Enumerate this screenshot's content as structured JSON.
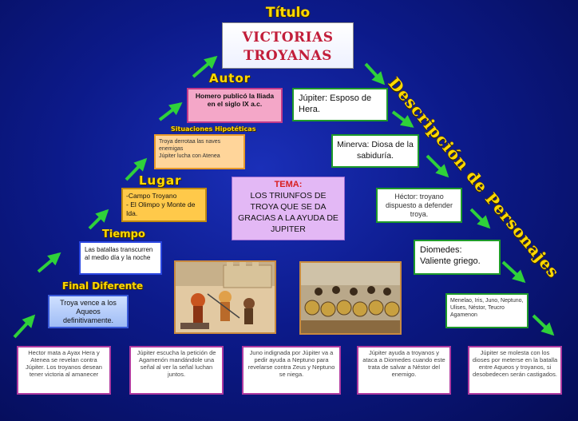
{
  "header": {
    "titulo_label": "Título"
  },
  "title_box": {
    "line1": "VICTORIAS",
    "line2": "TROYANAS"
  },
  "autor": {
    "label": "Autor",
    "text": "Homero publicó la Iliada en el siglo IX a.c."
  },
  "situaciones": {
    "label": "Situaciones Hipotéticas",
    "line1": "Troya derrotaa las naves enemigas",
    "line2": "Júpiter lucha con Atenea"
  },
  "lugar": {
    "label": "Lugar",
    "line1": "-Campo Troyano",
    "line2": "- El Olimpo y Monte de Ida."
  },
  "tiempo": {
    "label": "Tiempo",
    "text": "Las batallas transcurren al medio día y la noche"
  },
  "final": {
    "label": "Final Diferente",
    "text": "Troya vence a los Aqueos definitivamente."
  },
  "tema": {
    "label": "TEMA:",
    "text": "LOS TRIUNFOS DE TROYA QUE SE DA GRACIAS A LA AYUDA DE JUPITER"
  },
  "descripcion_label": "Descripción de Personajes",
  "personajes": [
    {
      "text": "Júpiter: Esposo de Hera."
    },
    {
      "text": "Minerva: Diosa de la sabiduría."
    },
    {
      "text": "Héctor: troyano dispuesto a defender troya."
    },
    {
      "text": "Diomedes: Valiente griego."
    },
    {
      "text": "Menelao, Iris, Juno, Neptuno, Ulises, Néstor, Teucro Agamenon"
    }
  ],
  "events": [
    {
      "text": "Hector mata a Ayax Hera y Atenea se revelan contra Júpiter. Los troyanos desean tener victoria al amanecer"
    },
    {
      "text": "Júpiter escucha la petición de Agamenón mandándole una señal al ver la señal luchan juntos."
    },
    {
      "text": "Juno indignada por Júpiter va a pedir ayuda a Neptuno para revelarse contra Zeus y Neptuno se niega."
    },
    {
      "text": "Júpiter ayuda a troyanos y ataca a Diomedes cuando este trata de salvar a Néstor del enemigo."
    },
    {
      "text": "Júpiter se molesta con los dioses por meterse en la batalla entre Aqueos y troyanos, si desobedecen serán castigados."
    }
  ],
  "colors": {
    "label_yellow": "#ffd900",
    "green_border": "#1e9a2a",
    "magenta_border": "#b03aa0",
    "arrow_green": "#2fd13a"
  }
}
